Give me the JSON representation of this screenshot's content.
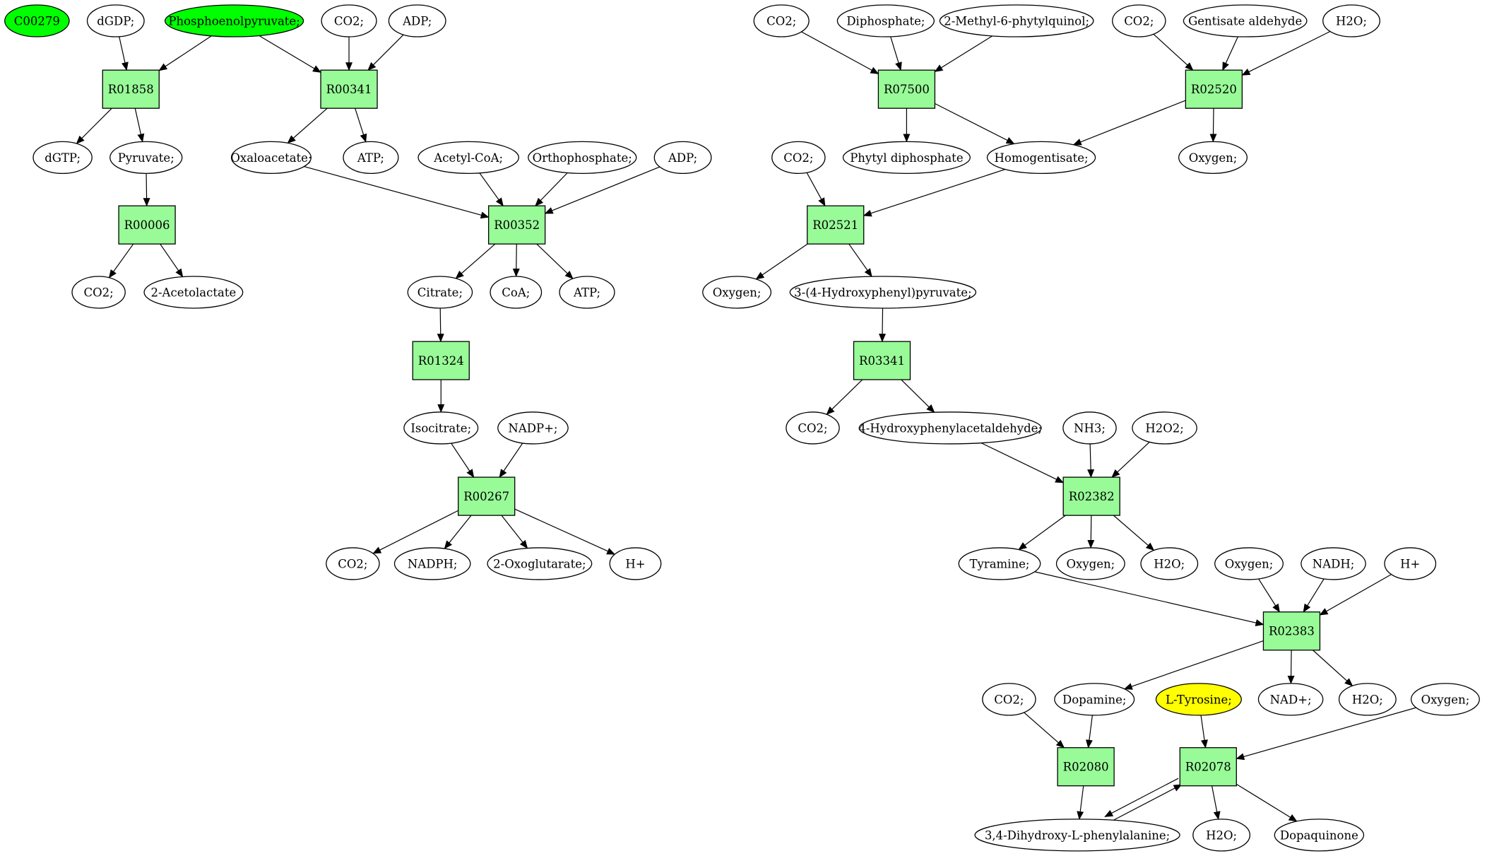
{
  "colors": {
    "reaction_fill": "#98fb98",
    "compound_fill": "#ffffff",
    "highlight_green": "#00ff00",
    "highlight_yellow": "#ffff00",
    "stroke": "#000000"
  },
  "nodes": [
    {
      "id": "c00279",
      "label": "C00279",
      "kind": "compound",
      "fill": "highlight_green"
    },
    {
      "id": "dgdp",
      "label": "dGDP;",
      "kind": "compound"
    },
    {
      "id": "pep",
      "label": "Phosphoenolpyruvate;",
      "kind": "compound",
      "fill": "highlight_green"
    },
    {
      "id": "co2_a",
      "label": "CO2;",
      "kind": "compound"
    },
    {
      "id": "adp_a",
      "label": "ADP;",
      "kind": "compound"
    },
    {
      "id": "r01858",
      "label": "R01858",
      "kind": "reaction"
    },
    {
      "id": "r00341",
      "label": "R00341",
      "kind": "reaction"
    },
    {
      "id": "dgtp",
      "label": "dGTP;",
      "kind": "compound"
    },
    {
      "id": "pyruvate",
      "label": "Pyruvate;",
      "kind": "compound"
    },
    {
      "id": "oxaloacetate",
      "label": "Oxaloacetate;",
      "kind": "compound"
    },
    {
      "id": "atp_a",
      "label": "ATP;",
      "kind": "compound"
    },
    {
      "id": "acetylcoa",
      "label": "Acetyl-CoA;",
      "kind": "compound"
    },
    {
      "id": "orthophosphate",
      "label": "Orthophosphate;",
      "kind": "compound"
    },
    {
      "id": "adp_b",
      "label": "ADP;",
      "kind": "compound"
    },
    {
      "id": "r00006",
      "label": "R00006",
      "kind": "reaction"
    },
    {
      "id": "r00352",
      "label": "R00352",
      "kind": "reaction"
    },
    {
      "id": "co2_b",
      "label": "CO2;",
      "kind": "compound"
    },
    {
      "id": "acetolactate",
      "label": "2-Acetolactate",
      "kind": "compound"
    },
    {
      "id": "citrate",
      "label": "Citrate;",
      "kind": "compound"
    },
    {
      "id": "coa",
      "label": "CoA;",
      "kind": "compound"
    },
    {
      "id": "atp_b",
      "label": "ATP;",
      "kind": "compound"
    },
    {
      "id": "r01324",
      "label": "R01324",
      "kind": "reaction"
    },
    {
      "id": "isocitrate",
      "label": "Isocitrate;",
      "kind": "compound"
    },
    {
      "id": "nadp",
      "label": "NADP+;",
      "kind": "compound"
    },
    {
      "id": "r00267",
      "label": "R00267",
      "kind": "reaction"
    },
    {
      "id": "co2_c",
      "label": "CO2;",
      "kind": "compound"
    },
    {
      "id": "nadph",
      "label": "NADPH;",
      "kind": "compound"
    },
    {
      "id": "oxoglutarate",
      "label": "2-Oxoglutarate;",
      "kind": "compound"
    },
    {
      "id": "hplus_a",
      "label": "H+",
      "kind": "compound"
    },
    {
      "id": "co2_d",
      "label": "CO2;",
      "kind": "compound"
    },
    {
      "id": "diphosphate",
      "label": "Diphosphate;",
      "kind": "compound"
    },
    {
      "id": "methylphytyl",
      "label": "2-Methyl-6-phytylquinol;",
      "kind": "compound"
    },
    {
      "id": "co2_e",
      "label": "CO2;",
      "kind": "compound"
    },
    {
      "id": "gentisate",
      "label": "Gentisate aldehyde",
      "kind": "compound"
    },
    {
      "id": "h2o_a",
      "label": "H2O;",
      "kind": "compound"
    },
    {
      "id": "r07500",
      "label": "R07500",
      "kind": "reaction"
    },
    {
      "id": "r02520",
      "label": "R02520",
      "kind": "reaction"
    },
    {
      "id": "phytyldp",
      "label": "Phytyl diphosphate",
      "kind": "compound"
    },
    {
      "id": "homogentisate",
      "label": "Homogentisate;",
      "kind": "compound"
    },
    {
      "id": "oxygen_a",
      "label": "Oxygen;",
      "kind": "compound"
    },
    {
      "id": "co2_f",
      "label": "CO2;",
      "kind": "compound"
    },
    {
      "id": "r02521",
      "label": "R02521",
      "kind": "reaction"
    },
    {
      "id": "oxygen_b",
      "label": "Oxygen;",
      "kind": "compound"
    },
    {
      "id": "hpp",
      "label": "3-(4-Hydroxyphenyl)pyruvate;",
      "kind": "compound"
    },
    {
      "id": "r03341",
      "label": "R03341",
      "kind": "reaction"
    },
    {
      "id": "co2_g",
      "label": "CO2;",
      "kind": "compound"
    },
    {
      "id": "hpaald",
      "label": "4-Hydroxyphenylacetaldehyde;",
      "kind": "compound"
    },
    {
      "id": "nh3",
      "label": "NH3;",
      "kind": "compound"
    },
    {
      "id": "h2o2",
      "label": "H2O2;",
      "kind": "compound"
    },
    {
      "id": "r02382",
      "label": "R02382",
      "kind": "reaction"
    },
    {
      "id": "tyramine",
      "label": "Tyramine;",
      "kind": "compound"
    },
    {
      "id": "oxygen_c",
      "label": "Oxygen;",
      "kind": "compound"
    },
    {
      "id": "h2o_b",
      "label": "H2O;",
      "kind": "compound"
    },
    {
      "id": "oxygen_d",
      "label": "Oxygen;",
      "kind": "compound"
    },
    {
      "id": "nadh",
      "label": "NADH;",
      "kind": "compound"
    },
    {
      "id": "hplus_b",
      "label": "H+",
      "kind": "compound"
    },
    {
      "id": "r02383",
      "label": "R02383",
      "kind": "reaction"
    },
    {
      "id": "co2_h",
      "label": "CO2;",
      "kind": "compound"
    },
    {
      "id": "dopamine",
      "label": "Dopamine;",
      "kind": "compound"
    },
    {
      "id": "ltyrosine",
      "label": "L-Tyrosine;",
      "kind": "compound",
      "fill": "highlight_yellow"
    },
    {
      "id": "nadplus",
      "label": "NAD+;",
      "kind": "compound"
    },
    {
      "id": "h2o_c",
      "label": "H2O;",
      "kind": "compound"
    },
    {
      "id": "oxygen_e",
      "label": "Oxygen;",
      "kind": "compound"
    },
    {
      "id": "r02080",
      "label": "R02080",
      "kind": "reaction"
    },
    {
      "id": "r02078",
      "label": "R02078",
      "kind": "reaction"
    },
    {
      "id": "dopa",
      "label": "3,4-Dihydroxy-L-phenylalanine;",
      "kind": "compound"
    },
    {
      "id": "h2o_d",
      "label": "H2O;",
      "kind": "compound"
    },
    {
      "id": "dopaquinone",
      "label": "Dopaquinone",
      "kind": "compound"
    }
  ],
  "edges": [
    [
      "dgdp",
      "r01858"
    ],
    [
      "pep",
      "r01858"
    ],
    [
      "pep",
      "r00341"
    ],
    [
      "co2_a",
      "r00341"
    ],
    [
      "adp_a",
      "r00341"
    ],
    [
      "r01858",
      "dgtp"
    ],
    [
      "r01858",
      "pyruvate"
    ],
    [
      "r00341",
      "oxaloacetate"
    ],
    [
      "r00341",
      "atp_a"
    ],
    [
      "pyruvate",
      "r00006"
    ],
    [
      "r00006",
      "co2_b"
    ],
    [
      "r00006",
      "acetolactate"
    ],
    [
      "oxaloacetate",
      "r00352"
    ],
    [
      "acetylcoa",
      "r00352"
    ],
    [
      "orthophosphate",
      "r00352"
    ],
    [
      "adp_b",
      "r00352"
    ],
    [
      "r00352",
      "citrate"
    ],
    [
      "r00352",
      "coa"
    ],
    [
      "r00352",
      "atp_b"
    ],
    [
      "citrate",
      "r01324"
    ],
    [
      "r01324",
      "isocitrate"
    ],
    [
      "isocitrate",
      "r00267"
    ],
    [
      "nadp",
      "r00267"
    ],
    [
      "r00267",
      "co2_c"
    ],
    [
      "r00267",
      "nadph"
    ],
    [
      "r00267",
      "oxoglutarate"
    ],
    [
      "r00267",
      "hplus_a"
    ],
    [
      "co2_d",
      "r07500"
    ],
    [
      "diphosphate",
      "r07500"
    ],
    [
      "methylphytyl",
      "r07500"
    ],
    [
      "co2_e",
      "r02520"
    ],
    [
      "gentisate",
      "r02520"
    ],
    [
      "h2o_a",
      "r02520"
    ],
    [
      "r07500",
      "phytyldp"
    ],
    [
      "r07500",
      "homogentisate"
    ],
    [
      "r02520",
      "homogentisate"
    ],
    [
      "r02520",
      "oxygen_a"
    ],
    [
      "co2_f",
      "r02521"
    ],
    [
      "homogentisate",
      "r02521"
    ],
    [
      "r02521",
      "oxygen_b"
    ],
    [
      "r02521",
      "hpp"
    ],
    [
      "hpp",
      "r03341"
    ],
    [
      "r03341",
      "co2_g"
    ],
    [
      "r03341",
      "hpaald"
    ],
    [
      "hpaald",
      "r02382"
    ],
    [
      "nh3",
      "r02382"
    ],
    [
      "h2o2",
      "r02382"
    ],
    [
      "r02382",
      "tyramine"
    ],
    [
      "r02382",
      "oxygen_c"
    ],
    [
      "r02382",
      "h2o_b"
    ],
    [
      "tyramine",
      "r02383"
    ],
    [
      "oxygen_d",
      "r02383"
    ],
    [
      "nadh",
      "r02383"
    ],
    [
      "hplus_b",
      "r02383"
    ],
    [
      "r02383",
      "dopamine"
    ],
    [
      "r02383",
      "nadplus"
    ],
    [
      "r02383",
      "h2o_c"
    ],
    [
      "co2_h",
      "r02080"
    ],
    [
      "dopamine",
      "r02080"
    ],
    [
      "r02080",
      "dopa"
    ],
    [
      "ltyrosine",
      "r02078"
    ],
    [
      "oxygen_e",
      "r02078"
    ],
    [
      "r02078",
      "dopa"
    ],
    [
      "dopa",
      "r02078"
    ],
    [
      "r02078",
      "h2o_d"
    ],
    [
      "r02078",
      "dopaquinone"
    ]
  ]
}
